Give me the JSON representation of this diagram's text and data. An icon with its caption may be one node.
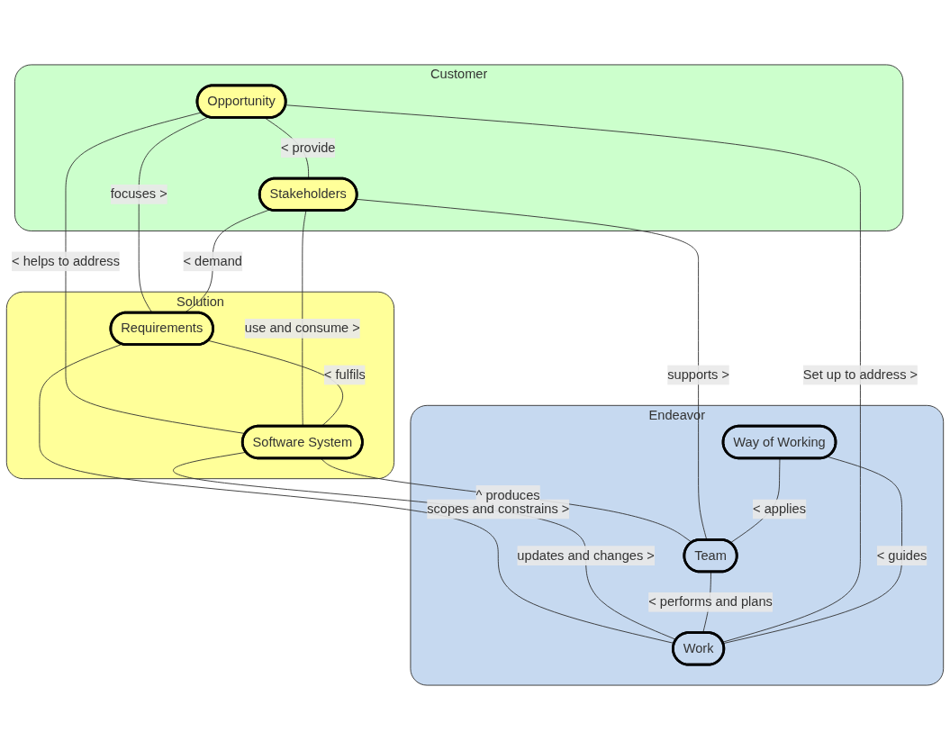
{
  "diagram": {
    "nodes": [
      {
        "text": [
          "Customer"
        ]
      },
      {
        "text": [
          "Opportunity"
        ],
        "in": 0
      },
      {
        "text": [
          "Stakeholders"
        ],
        "in": 0
      },
      {
        "text": [
          "Solution"
        ]
      },
      {
        "text": [
          "Requirements"
        ],
        "in": 3
      },
      {
        "text": [
          "Software System"
        ],
        "in": 3
      },
      {
        "text": [
          "Endeavor"
        ]
      },
      {
        "text": [
          "Work"
        ],
        "in": 6
      },
      {
        "text": [
          "Team"
        ],
        "in": 6
      },
      {
        "text": [
          "Way of Working"
        ],
        "in": 6
      }
    ],
    "edges": [
      {
        "from": 1,
        "to": 2,
        "arrow": "none",
        "label": "< provide"
      },
      {
        "from": 1,
        "to": 4,
        "arrow": "none",
        "label": "focuses >"
      },
      {
        "from": 1,
        "to": 5,
        "arrow": "none",
        "label": "< helps to address"
      },
      {
        "from": 2,
        "to": 4,
        "arrow": "none",
        "label": "< demand"
      },
      {
        "from": 2,
        "to": 5,
        "arrow": "none",
        "label": "use and consume >"
      },
      {
        "from": 4,
        "to": 5,
        "arrow": "none",
        "label": "< fulfils"
      },
      {
        "from": 4,
        "to": 7,
        "arrow": "none",
        "label": "scopes and constrains >"
      },
      {
        "from": 5,
        "to": 7,
        "arrow": "none",
        "label": "updates and changes >"
      },
      {
        "from": 5,
        "to": 8,
        "arrow": "none",
        "label": "^ produces"
      },
      {
        "from": 8,
        "to": 7,
        "arrow": "none",
        "label": "< performs and plans"
      },
      {
        "from": 2,
        "to": 8,
        "arrow": "none",
        "label": "supports >"
      },
      {
        "from": 1,
        "to": 7,
        "arrow": "none",
        "label": "Set up to address >"
      },
      {
        "from": 9,
        "to": 7,
        "arrow": "none",
        "label": "< guides"
      },
      {
        "from": 9,
        "to": 8,
        "arrow": "none",
        "label": "< applies"
      }
    ]
  }
}
